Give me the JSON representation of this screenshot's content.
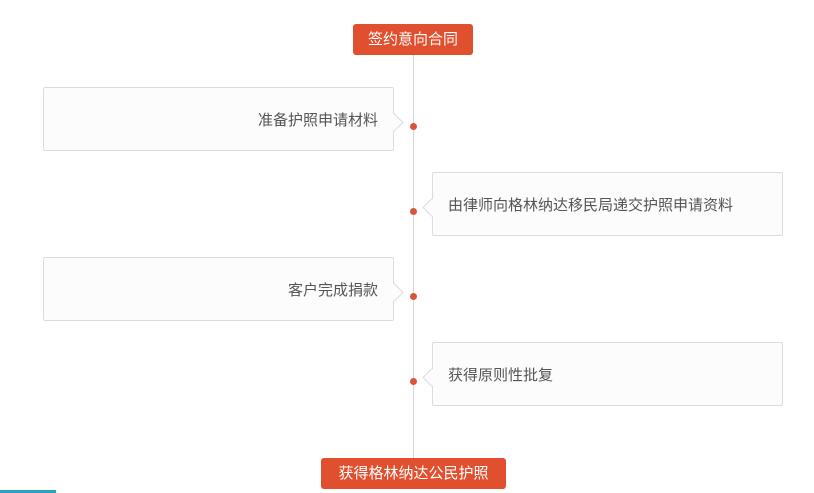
{
  "timeline": {
    "start_label": "签约意向合同",
    "end_label": "获得格林纳达公民护照",
    "steps": [
      {
        "text": "准备护照申请材料",
        "side": "left"
      },
      {
        "text": "由律师向格林纳达移民局递交护照申请资料",
        "side": "right"
      },
      {
        "text": "客户完成捐款",
        "side": "left"
      },
      {
        "text": "获得原则性批复",
        "side": "right"
      }
    ]
  },
  "colors": {
    "accent": "#e0502f",
    "dot": "#d9553a",
    "line": "#d6d6d6",
    "card_border": "#dcdcdc",
    "text": "#555555"
  }
}
